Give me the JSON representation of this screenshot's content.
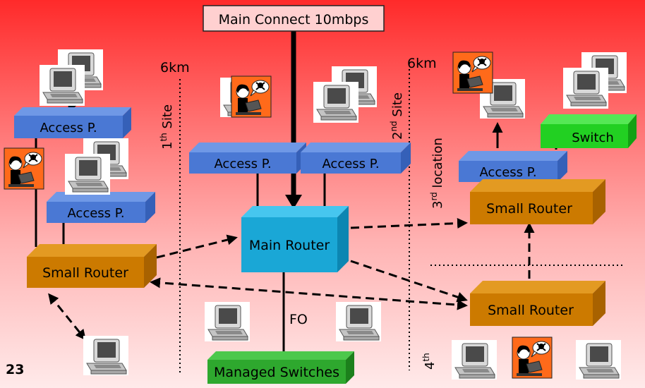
{
  "colors": {
    "access_front": "#4a78d4",
    "access_top": "#6f98e6",
    "access_side": "#3560b8",
    "router_front": "#cc7a00",
    "router_top": "#e39a22",
    "router_side": "#a86200",
    "main_front": "#1aa7d6",
    "main_top": "#46c6ef",
    "main_side": "#0c86b2",
    "switch_front": "#22d022",
    "switch_top": "#55e855",
    "switch_side": "#14a014",
    "managed_front": "#2ea82e",
    "managed_top": "#4cc84c",
    "managed_side": "#1c801c",
    "hacker_bg": "#ff6a1a"
  },
  "labels": {
    "main_connect": "Main Connect 10mbps",
    "access_point": "Access P.",
    "small_router": "Small Router",
    "main_router": "Main Router",
    "switch": "Switch",
    "managed_switches": "Managed Switches",
    "fo": "FO",
    "distance_left": "6km",
    "distance_right": "6km",
    "site1_main": "1",
    "site1_sup": "th",
    "site1_rest": " Site",
    "site2_main": "2",
    "site2_sup": "nd",
    "site2_rest": " Site",
    "location3_main": "3",
    "location3_sup": "rd",
    "location3_rest": " location",
    "fourth_main": "4",
    "fourth_sup": "th",
    "slide_number": "23"
  },
  "icons": {
    "computer": "computer-icon",
    "hacker": "hacker-icon",
    "skull": "skull-icon"
  }
}
